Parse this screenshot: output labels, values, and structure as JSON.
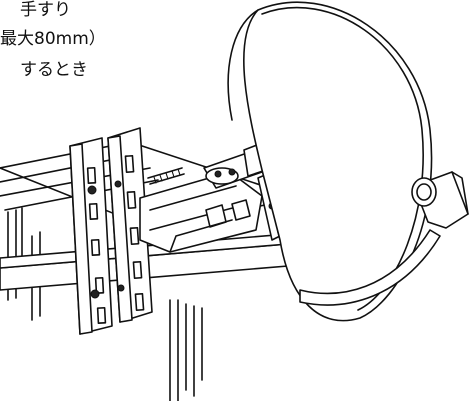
{
  "caption": {
    "line1": "手すり",
    "line2": "最大80mm）",
    "line3": "するとき"
  },
  "colors": {
    "line": "#111111",
    "background": "#ffffff"
  }
}
